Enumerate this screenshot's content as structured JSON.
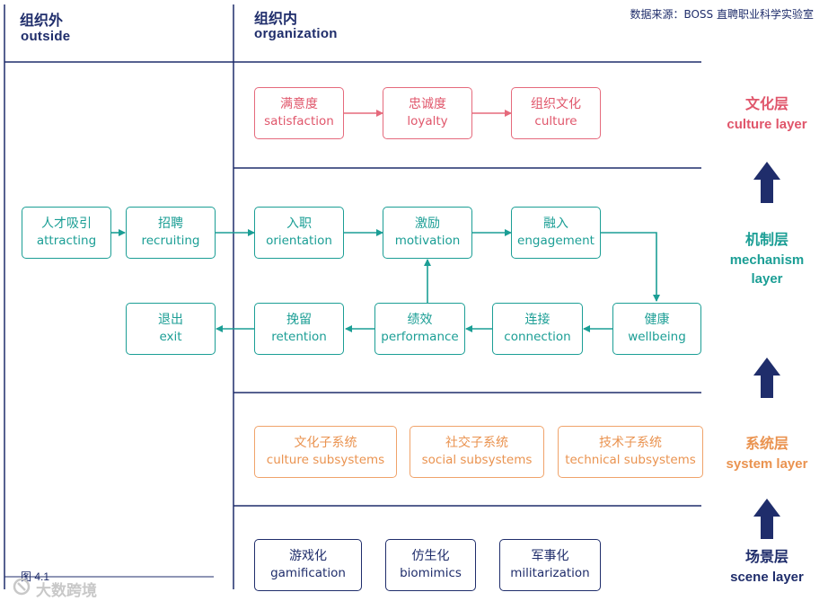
{
  "headers": {
    "outside_cn": "组织外",
    "outside_en": "outside",
    "inside_cn": "组织内",
    "inside_en": "organization"
  },
  "source": "数据来源：BOSS 直聘职业科学实验室",
  "culture_boxes": [
    {
      "cn": "满意度",
      "en": "satisfaction"
    },
    {
      "cn": "忠诚度",
      "en": "loyalty"
    },
    {
      "cn": "组织文化",
      "en": "culture"
    }
  ],
  "mechanism_boxes": {
    "attracting": {
      "cn": "人才吸引",
      "en": "attracting"
    },
    "recruiting": {
      "cn": "招聘",
      "en": "recruiting"
    },
    "orientation": {
      "cn": "入职",
      "en": "orientation"
    },
    "motivation": {
      "cn": "激励",
      "en": "motivation"
    },
    "engagement": {
      "cn": "融入",
      "en": "engagement"
    },
    "wellbeing": {
      "cn": "健康",
      "en": "wellbeing"
    },
    "connection": {
      "cn": "连接",
      "en": "connection"
    },
    "performance": {
      "cn": "绩效",
      "en": "performance"
    },
    "retention": {
      "cn": "挽留",
      "en": "retention"
    },
    "exit": {
      "cn": "退出",
      "en": "exit"
    }
  },
  "system_boxes": [
    {
      "cn": "文化子系统",
      "en": "culture subsystems"
    },
    {
      "cn": "社交子系统",
      "en": "social subsystems"
    },
    {
      "cn": "技术子系统",
      "en": "technical subsystems"
    }
  ],
  "scene_boxes": [
    {
      "cn": "游戏化",
      "en": "gamification"
    },
    {
      "cn": "仿生化",
      "en": "biomimics"
    },
    {
      "cn": "军事化",
      "en": "militarization"
    }
  ],
  "layers": {
    "culture": {
      "cn": "文化层",
      "en": "culture layer",
      "color": "#e0566b"
    },
    "mechanism": {
      "cn": "机制层",
      "en1": "mechanism",
      "en2": "layer",
      "color": "#1b9e95"
    },
    "system": {
      "cn": "系统层",
      "en": "system layer",
      "color": "#ea9350"
    },
    "scene": {
      "cn": "场景层",
      "en": "scene layer",
      "color": "#1f2d6b"
    }
  },
  "figure_label": "图 4.1",
  "watermark": "大数跨境",
  "colors": {
    "navy": "#1f2d6b",
    "teal": "#1b9e95",
    "red": "#e0566b",
    "orange": "#ea9350"
  }
}
